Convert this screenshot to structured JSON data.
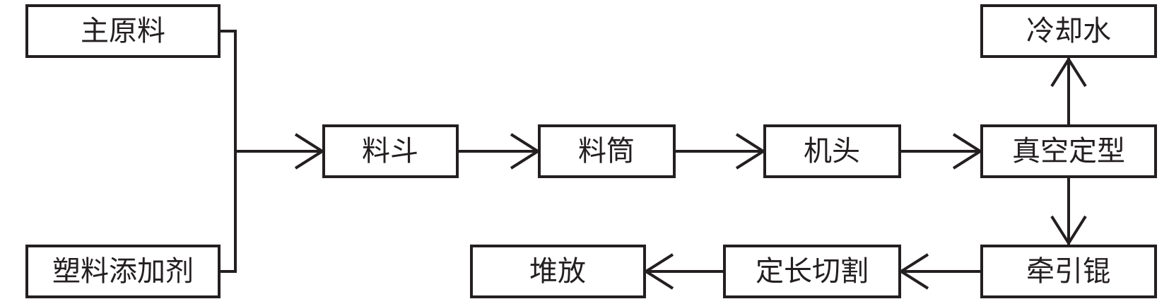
{
  "nodes": {
    "main_material": "主原料",
    "additive": "塑料添加剂",
    "hopper": "料斗",
    "barrel": "料筒",
    "die_head": "机头",
    "vacuum_sizing": "真空定型",
    "cooling_water": "冷却水",
    "haul_off_roller": "牵引锟",
    "cut_to_length": "定长切割",
    "stacking": "堆放"
  },
  "edges": [
    {
      "from": "main_material",
      "to": "hopper"
    },
    {
      "from": "additive",
      "to": "hopper"
    },
    {
      "from": "hopper",
      "to": "barrel"
    },
    {
      "from": "barrel",
      "to": "die_head"
    },
    {
      "from": "die_head",
      "to": "vacuum_sizing"
    },
    {
      "from": "vacuum_sizing",
      "to": "cooling_water"
    },
    {
      "from": "vacuum_sizing",
      "to": "haul_off_roller"
    },
    {
      "from": "haul_off_roller",
      "to": "cut_to_length"
    },
    {
      "from": "cut_to_length",
      "to": "stacking"
    }
  ],
  "colors": {
    "stroke": "#231f20",
    "background": "#ffffff"
  }
}
